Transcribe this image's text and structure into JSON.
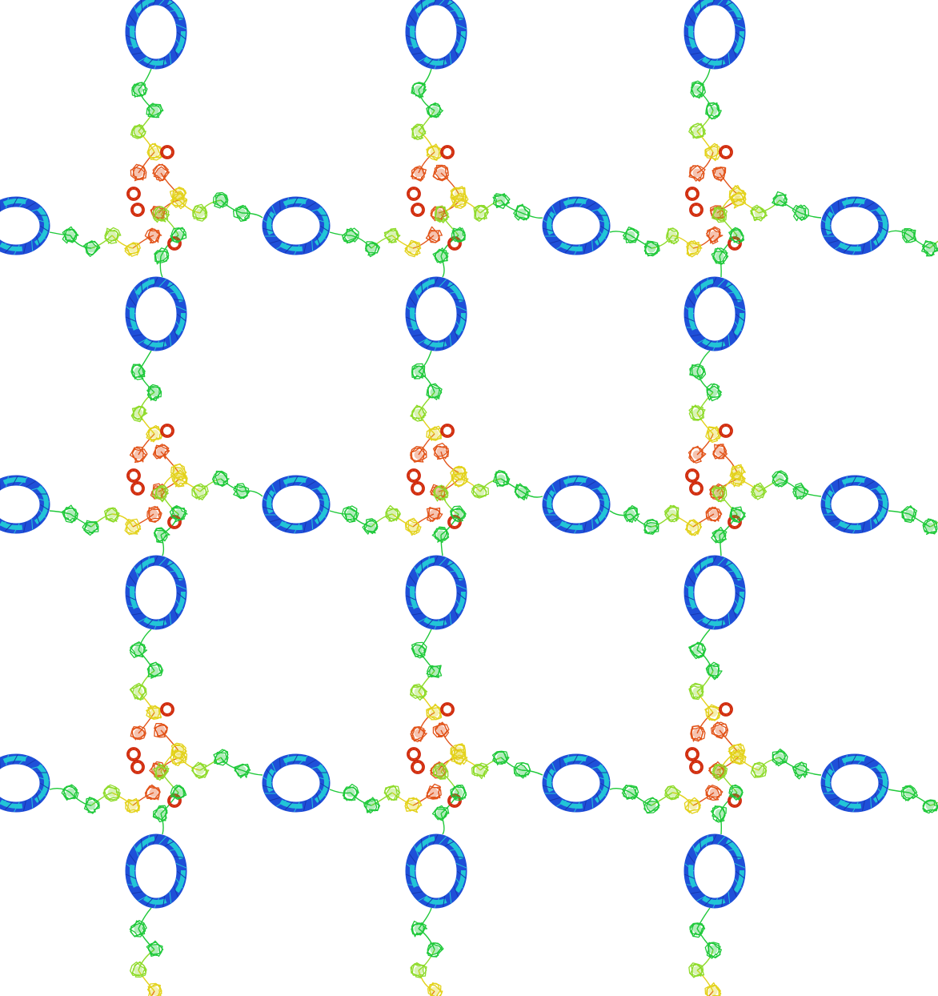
{
  "image": {
    "subject": "lattice",
    "text": []
  },
  "lattice": {
    "colors": {
      "ring_blue": "#1f4fd8",
      "ring_cyan": "#22c5d6",
      "green": "#1fc93a",
      "lime": "#8edb2a",
      "yellow": "#e3d21b",
      "orange": "#e2541a",
      "red": "#cf2a10",
      "background": "#ffffff"
    },
    "column_count": 3,
    "row_count": 3,
    "horizontal_arm_count_per_junction": 1,
    "vertical_arm_count_per_junction": 1
  }
}
